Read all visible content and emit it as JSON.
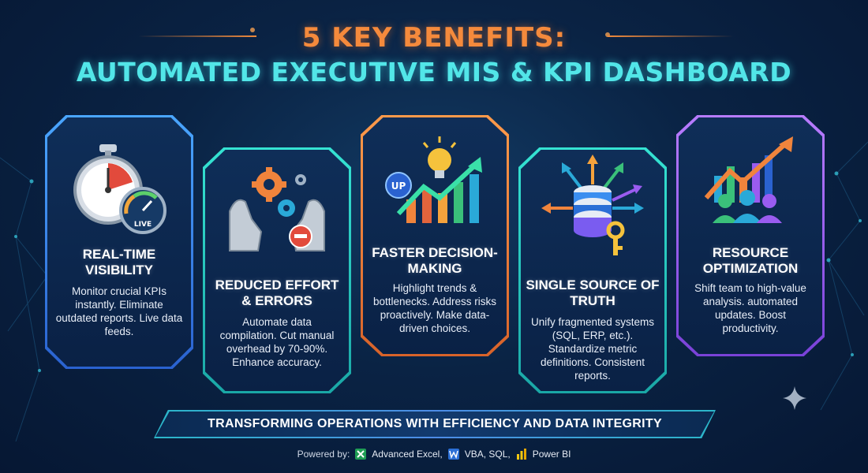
{
  "title": {
    "line1": "5 KEY BENEFITS:",
    "line2": "AUTOMATED EXECUTIVE MIS & KPI DASHBOARD"
  },
  "cards": [
    {
      "heading": "REAL-TIME VISIBILITY",
      "text": "Monitor crucial KPIs instantly. Eliminate outdated reports. Live data feeds.",
      "icon": "stopwatch-gauge-icon",
      "icon_label": "LIVE",
      "accent": "#3a8ef0"
    },
    {
      "heading": "REDUCED EFFORT & ERRORS",
      "text": "Automate data compilation. Cut manual overhead by 70-90%. Enhance accuracy.",
      "icon": "robot-hands-gears-icon",
      "accent": "#2ad3c6"
    },
    {
      "heading": "FASTER DECISION-MAKING",
      "text": "Highlight trends & bottlenecks. Address risks proactively. Make data-driven choices.",
      "icon": "lightbulb-chart-icon",
      "icon_label": "UP",
      "accent": "#f0843c"
    },
    {
      "heading": "SINGLE SOURCE OF TRUTH",
      "text": "Unify fragmented systems (SQL, ERP, etc.). Standardize metric definitions. Consistent reports.",
      "icon": "database-key-icon",
      "accent": "#2ad3c6"
    },
    {
      "heading": "RESOURCE OPTIMIZATION",
      "text": "Shift team to high-value analysis. automated updates. Boost productivity.",
      "icon": "team-growth-chart-icon",
      "accent": "#9a5cf0"
    }
  ],
  "banner": "TRANSFORMING OPERATIONS WITH EFFICIENCY AND DATA INTEGRITY",
  "footer": {
    "label": "Powered by:",
    "tools": [
      {
        "name": "Advanced Excel,",
        "icon": "excel-icon",
        "color": "#1f9d55"
      },
      {
        "name": "VBA, SQL,",
        "icon": "word-icon",
        "color": "#2b6fd6"
      },
      {
        "name": "Power BI",
        "icon": "power-bi-icon",
        "color": "#f2c811"
      }
    ]
  }
}
